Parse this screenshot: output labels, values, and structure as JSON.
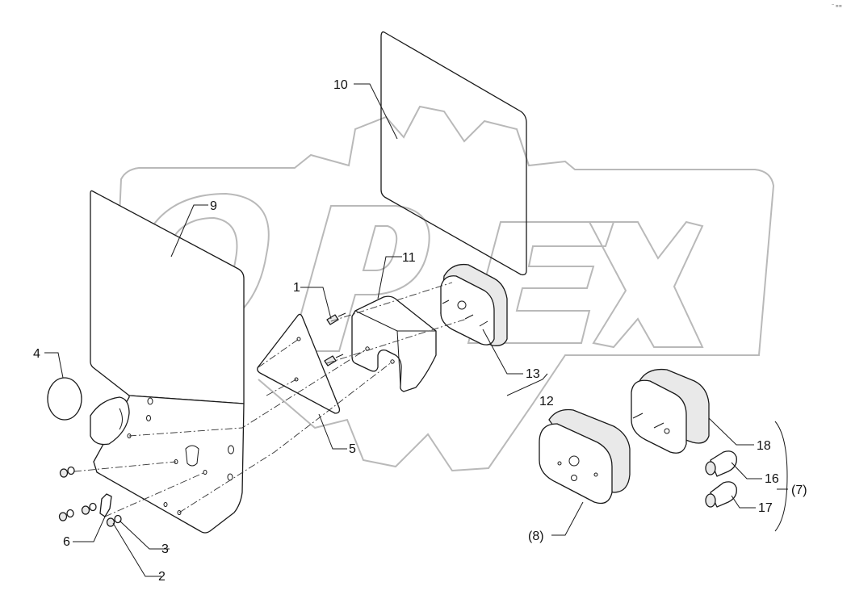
{
  "watermark": "OPEX",
  "corner_mark": "′″ ≡≡",
  "callouts": {
    "c1": "1",
    "c2": "2",
    "c3": "3",
    "c4": "4",
    "c5": "5",
    "c6": "6",
    "c7": "(7)",
    "c8": "(8)",
    "c9": "9",
    "c10": "10",
    "c11": "11",
    "c12": "12",
    "c13": "13",
    "c16": "16",
    "c17": "17",
    "c18": "18"
  }
}
